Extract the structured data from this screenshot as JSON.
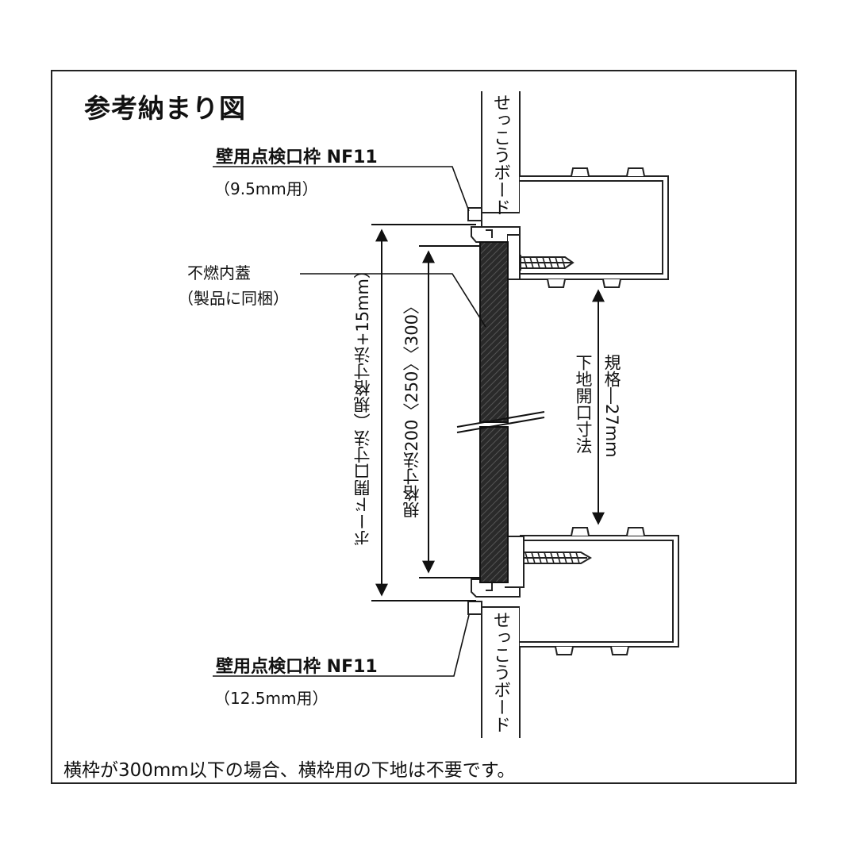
{
  "title": "参考納まり図",
  "top_frame": {
    "name": "壁用点検口枠 NF11",
    "spec": "（9.5mm用）"
  },
  "bottom_frame": {
    "name": "壁用点検口枠 NF11",
    "spec": "（12.5mm用）"
  },
  "lid": {
    "name": "不燃内蓋",
    "note": "（製品に同梱）"
  },
  "board_top": "せっこうボード",
  "board_bottom": "せっこうボード",
  "dim_board_opening": "ボード開口寸法（規格寸法+15mm）",
  "dim_standard": "規格寸法200〈250〉〈300〉",
  "dim_base_opening_1": "下地開口寸法",
  "dim_base_opening_2": "規格―27mm",
  "footnote": "横枠が300mm以下の場合、横枠用の下地は不要です。"
}
